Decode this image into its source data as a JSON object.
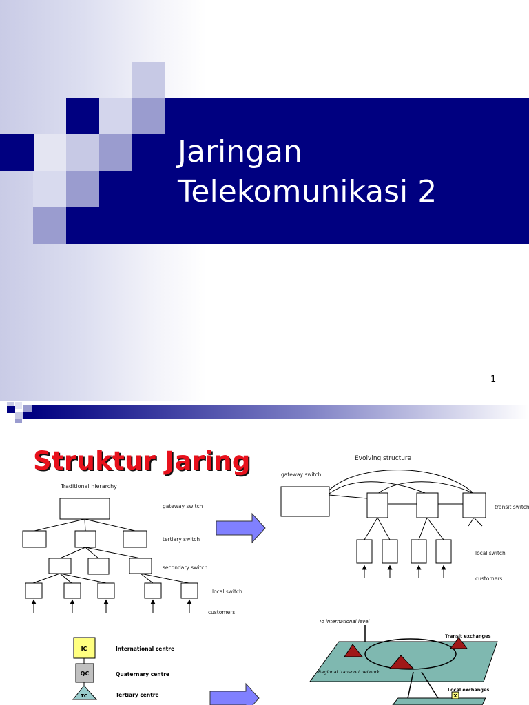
{
  "slide1": {
    "title_line1": "Jaringan",
    "title_line2": "Telekomunikasi 2",
    "page_number": "1",
    "colors": {
      "band": "#000080",
      "light_square": "#c7c9e5",
      "mid_square": "#9a9ccf",
      "dark_square": "#3a3d9e"
    }
  },
  "slide2": {
    "heading": "Struktur Jaring",
    "traditional": {
      "title": "Traditional hierarchy",
      "labels": [
        "gateway switch",
        "tertiary switch",
        "secondary switch",
        "local switch",
        "customers"
      ]
    },
    "evolving": {
      "title": "Evolving structure",
      "labels": [
        "gateway switch",
        "transit switch",
        "local switch",
        "customers"
      ]
    },
    "centres": [
      {
        "code": "IC",
        "label": "International centre",
        "color": "#ffff80"
      },
      {
        "code": "QC",
        "label": "Quaternary centre",
        "color": "#c0c0c0"
      },
      {
        "code": "TC",
        "label": "Tertiary centre",
        "color": "#99cccc"
      }
    ],
    "network": {
      "to_international": "To international level",
      "transit_exchanges": "Transit exchanges",
      "regional_network": "Regional transport network",
      "local_exchanges": "Local exchanges",
      "local_marker": "X"
    },
    "arrow_color": "#8080ff"
  }
}
